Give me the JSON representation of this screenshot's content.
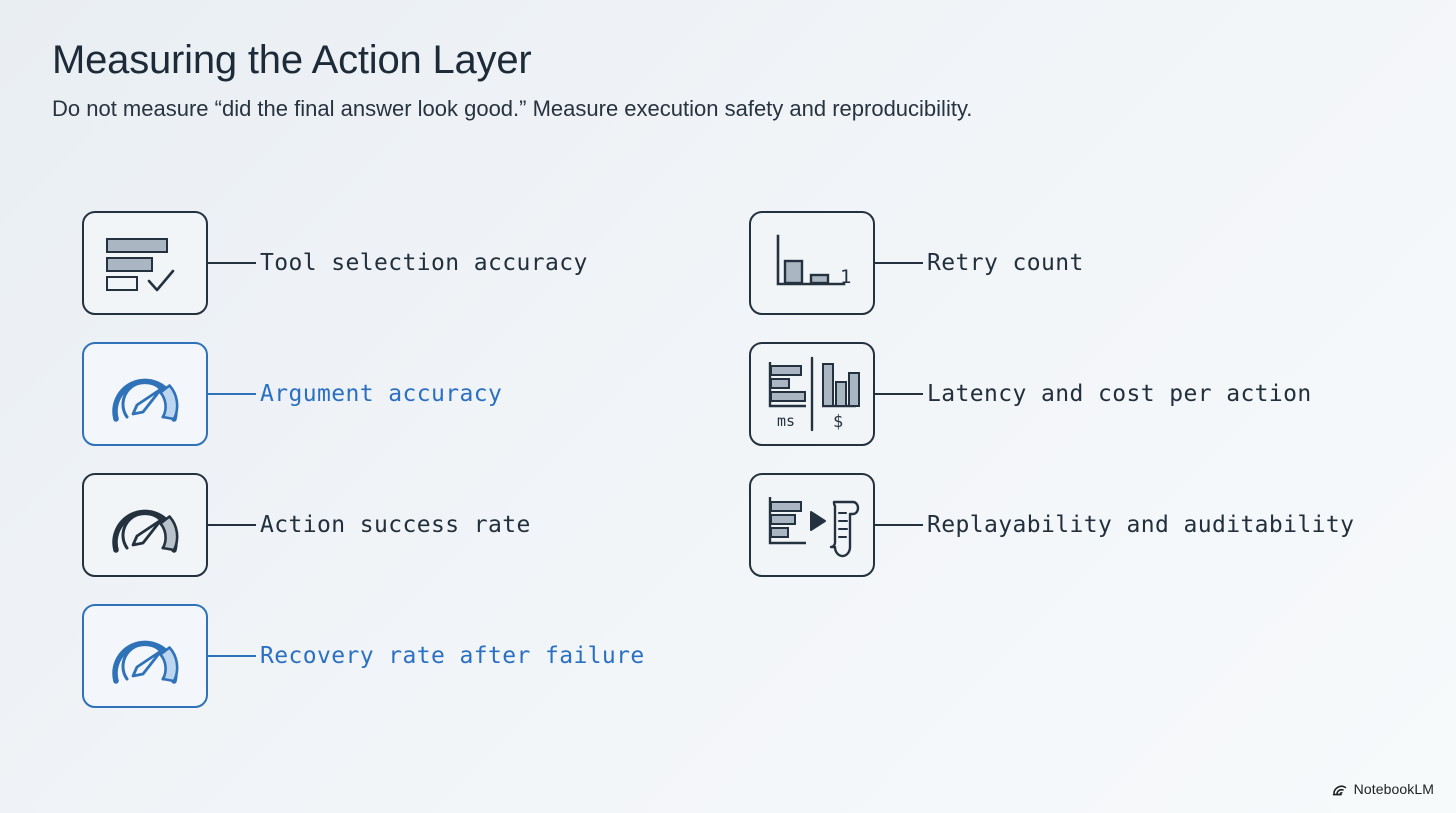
{
  "header": {
    "title": "Measuring the Action Layer",
    "subtitle": "Do not measure “did the final answer look good.” Measure execution safety and reproducibility."
  },
  "colors": {
    "background": "#eef2f6",
    "ink": "#24323f",
    "accent_blue": "#2a70c2",
    "accent_border": "#2f72b8",
    "fill_gray": "#aab6c2",
    "fill_blue": "#bcd6f0"
  },
  "left_column": [
    {
      "id": "tool-selection-accuracy",
      "label": "Tool selection accuracy",
      "icon": "checklist-icon",
      "accent": false
    },
    {
      "id": "argument-accuracy",
      "label": "Argument accuracy",
      "icon": "gauge-icon",
      "accent": true
    },
    {
      "id": "action-success-rate",
      "label": "Action success rate",
      "icon": "gauge-icon",
      "accent": false
    },
    {
      "id": "recovery-rate-after-failure",
      "label": "Recovery rate after failure",
      "icon": "gauge-icon",
      "accent": true
    }
  ],
  "right_column": [
    {
      "id": "retry-count",
      "label": "Retry count",
      "icon": "bar-chart-icon",
      "accent": false,
      "icon_text": {
        "value": "1"
      }
    },
    {
      "id": "latency-and-cost-per-action",
      "label": "Latency and cost per action",
      "icon": "latency-cost-icon",
      "accent": false,
      "icon_text": {
        "left": "ms",
        "right": "$"
      }
    },
    {
      "id": "replayability-and-auditability",
      "label": "Replayability and auditability",
      "icon": "replay-log-icon",
      "accent": false
    }
  ],
  "watermark": {
    "label": "NotebookLM",
    "icon": "notebooklm-logo-icon"
  }
}
